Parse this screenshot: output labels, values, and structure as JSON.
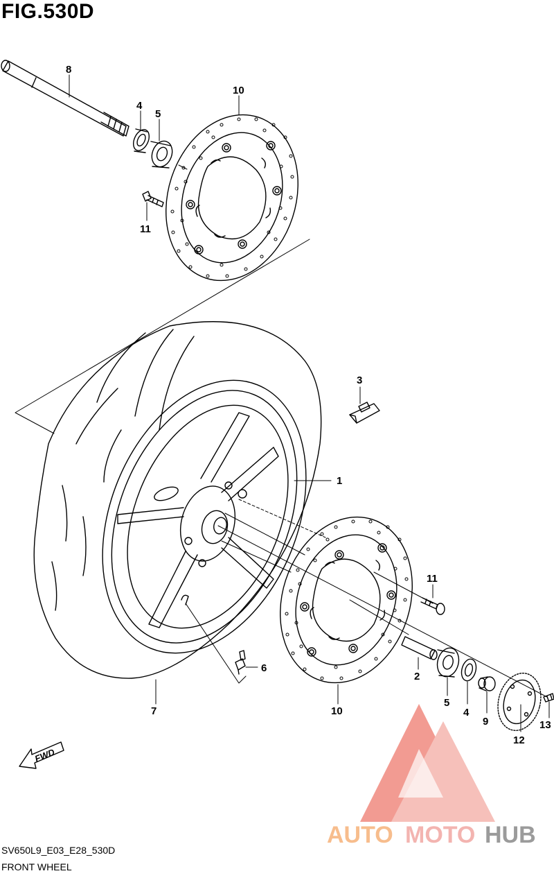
{
  "figure": {
    "title": "FIG.530D",
    "model_code": "SV650L9_E03_E28_530D",
    "caption": "FRONT WHEEL"
  },
  "parts": [
    {
      "number": "1"
    },
    {
      "number": "2"
    },
    {
      "number": "3"
    },
    {
      "number": "4"
    },
    {
      "number": "4"
    },
    {
      "number": "5"
    },
    {
      "number": "5"
    },
    {
      "number": "6"
    },
    {
      "number": "7"
    },
    {
      "number": "8"
    },
    {
      "number": "9"
    },
    {
      "number": "10"
    },
    {
      "number": "10"
    },
    {
      "number": "11"
    },
    {
      "number": "11"
    },
    {
      "number": "12"
    },
    {
      "number": "13"
    }
  ],
  "direction_arrow": {
    "label": "FWD"
  },
  "watermark": {
    "word1": "AUTO",
    "word2": "MOTO",
    "word3": "HUB",
    "colors": {
      "auto": "#f6b27a",
      "moto": "#f2a7a3",
      "hub": "#8a8a8a",
      "triangle": "#f08a80"
    }
  }
}
